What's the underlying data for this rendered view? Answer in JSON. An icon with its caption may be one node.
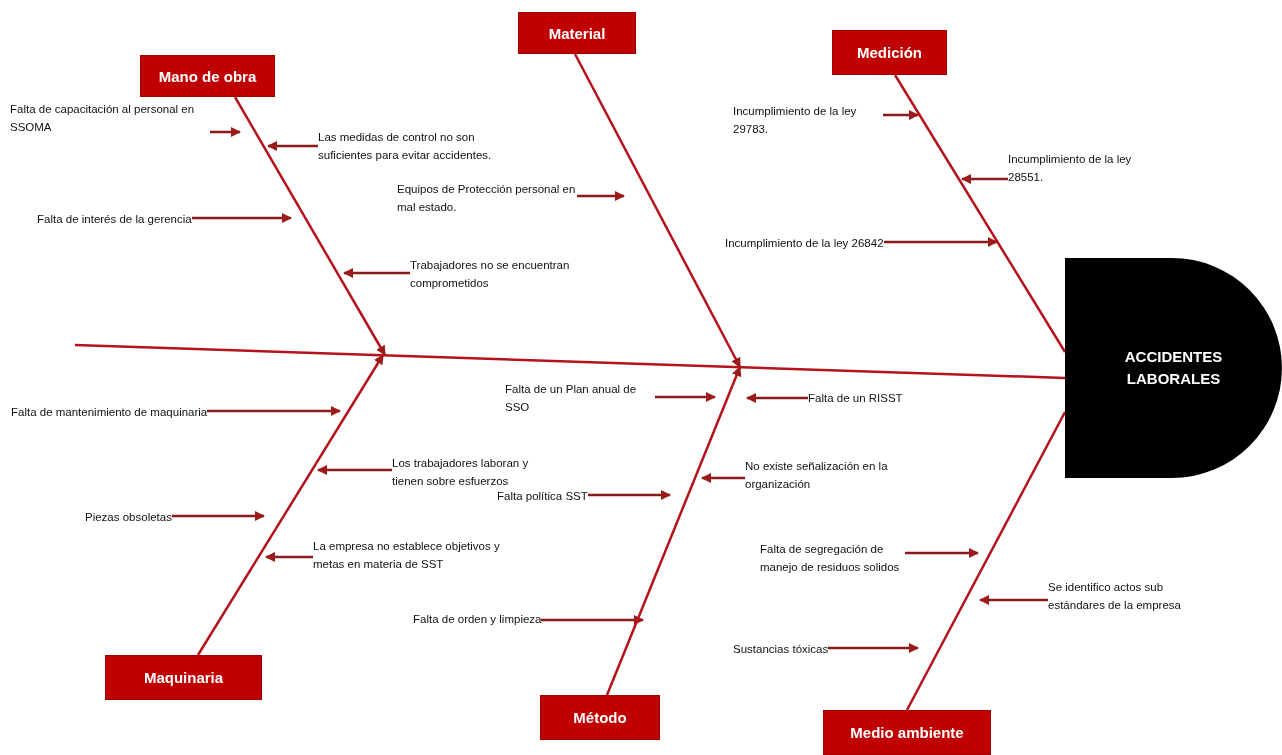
{
  "diagram": {
    "nodes": [
      {
        "text": [
          "Mano de obra"
        ]
      },
      {
        "text": [
          "Material"
        ]
      },
      {
        "text": [
          "Medición"
        ]
      },
      {
        "text": [
          "Falta de capacitación al personal en SSOMA"
        ]
      },
      {
        "text": [
          "Las medidas de control no son suficientes para evitar accidentes."
        ]
      },
      {
        "text": [
          "Incumplimiento de la ley 29783."
        ]
      },
      {
        "text": [
          "Incumplimiento de la ley 28551."
        ]
      },
      {
        "text": [
          "Equipos de Protección personal en mal estado."
        ]
      },
      {
        "text": [
          "Falta de interés de la gerencia"
        ]
      },
      {
        "text": [
          "Incumplimiento de la ley 26842"
        ]
      },
      {
        "text": [
          "Trabajadores no se encuentran comprometidos"
        ]
      },
      {
        "text": [
          "ACCIDENTES LABORALES"
        ]
      },
      {
        "text": [
          "Falta de un Plan anual de SSO"
        ]
      },
      {
        "text": [
          "Falta de un RISST"
        ]
      },
      {
        "text": [
          "Falta de mantenimiento de maquinaria"
        ]
      },
      {
        "text": [
          "Los trabajadores laboran y tienen sobre esfuerzos"
        ]
      },
      {
        "text": [
          "No existe señalización en la organización"
        ]
      },
      {
        "text": [
          "Falta política SST"
        ]
      },
      {
        "text": [
          "Piezas obsoletas"
        ]
      },
      {
        "text": [
          "La empresa no establece objetivos y metas en materia de SST"
        ]
      },
      {
        "text": [
          "Falta de segregación de manejo de residuos solidos"
        ]
      },
      {
        "text": [
          "Se identifico actos sub estándares de la empresa"
        ]
      },
      {
        "text": [
          "Falta de orden y limpieza"
        ]
      },
      {
        "text": [
          "Sustancias tóxicas"
        ]
      },
      {
        "text": [
          "Maquinaria"
        ]
      },
      {
        "text": [
          "Método"
        ]
      },
      {
        "text": [
          "Medio ambiente"
        ]
      }
    ],
    "edges": [
      {
        "from": 3,
        "to": null,
        "arrow": "to"
      },
      {
        "from": 4,
        "to": null,
        "arrow": "to"
      },
      {
        "from": 5,
        "to": null,
        "arrow": "to"
      },
      {
        "from": 6,
        "to": null,
        "arrow": "to"
      },
      {
        "from": 7,
        "to": null,
        "arrow": "to"
      },
      {
        "from": 8,
        "to": null,
        "arrow": "to"
      },
      {
        "from": 9,
        "to": null,
        "arrow": "to"
      },
      {
        "from": 10,
        "to": null,
        "arrow": "to"
      },
      {
        "from": 12,
        "to": null,
        "arrow": "to"
      },
      {
        "from": 13,
        "to": null,
        "arrow": "to"
      },
      {
        "from": 14,
        "to": null,
        "arrow": "to"
      },
      {
        "from": 15,
        "to": null,
        "arrow": "to"
      },
      {
        "from": 16,
        "to": null,
        "arrow": "to"
      },
      {
        "from": 17,
        "to": null,
        "arrow": "to"
      },
      {
        "from": 18,
        "to": null,
        "arrow": "to"
      },
      {
        "from": 19,
        "to": null,
        "arrow": "to"
      },
      {
        "from": 20,
        "to": null,
        "arrow": "to"
      },
      {
        "from": 21,
        "to": null,
        "arrow": "to"
      },
      {
        "from": 22,
        "to": null,
        "arrow": "to"
      },
      {
        "from": 23,
        "to": null,
        "arrow": "to"
      },
      {
        "from": 0,
        "to": null,
        "arrow": "to"
      },
      {
        "from": 1,
        "to": null,
        "arrow": "to"
      },
      {
        "from": 2,
        "to": 11,
        "arrow": "none"
      },
      {
        "from": 24,
        "to": null,
        "arrow": "to"
      },
      {
        "from": 25,
        "to": null,
        "arrow": "to"
      },
      {
        "from": 26,
        "to": 11,
        "arrow": "none"
      },
      {
        "from": null,
        "to": 11,
        "arrow": "none"
      }
    ]
  }
}
